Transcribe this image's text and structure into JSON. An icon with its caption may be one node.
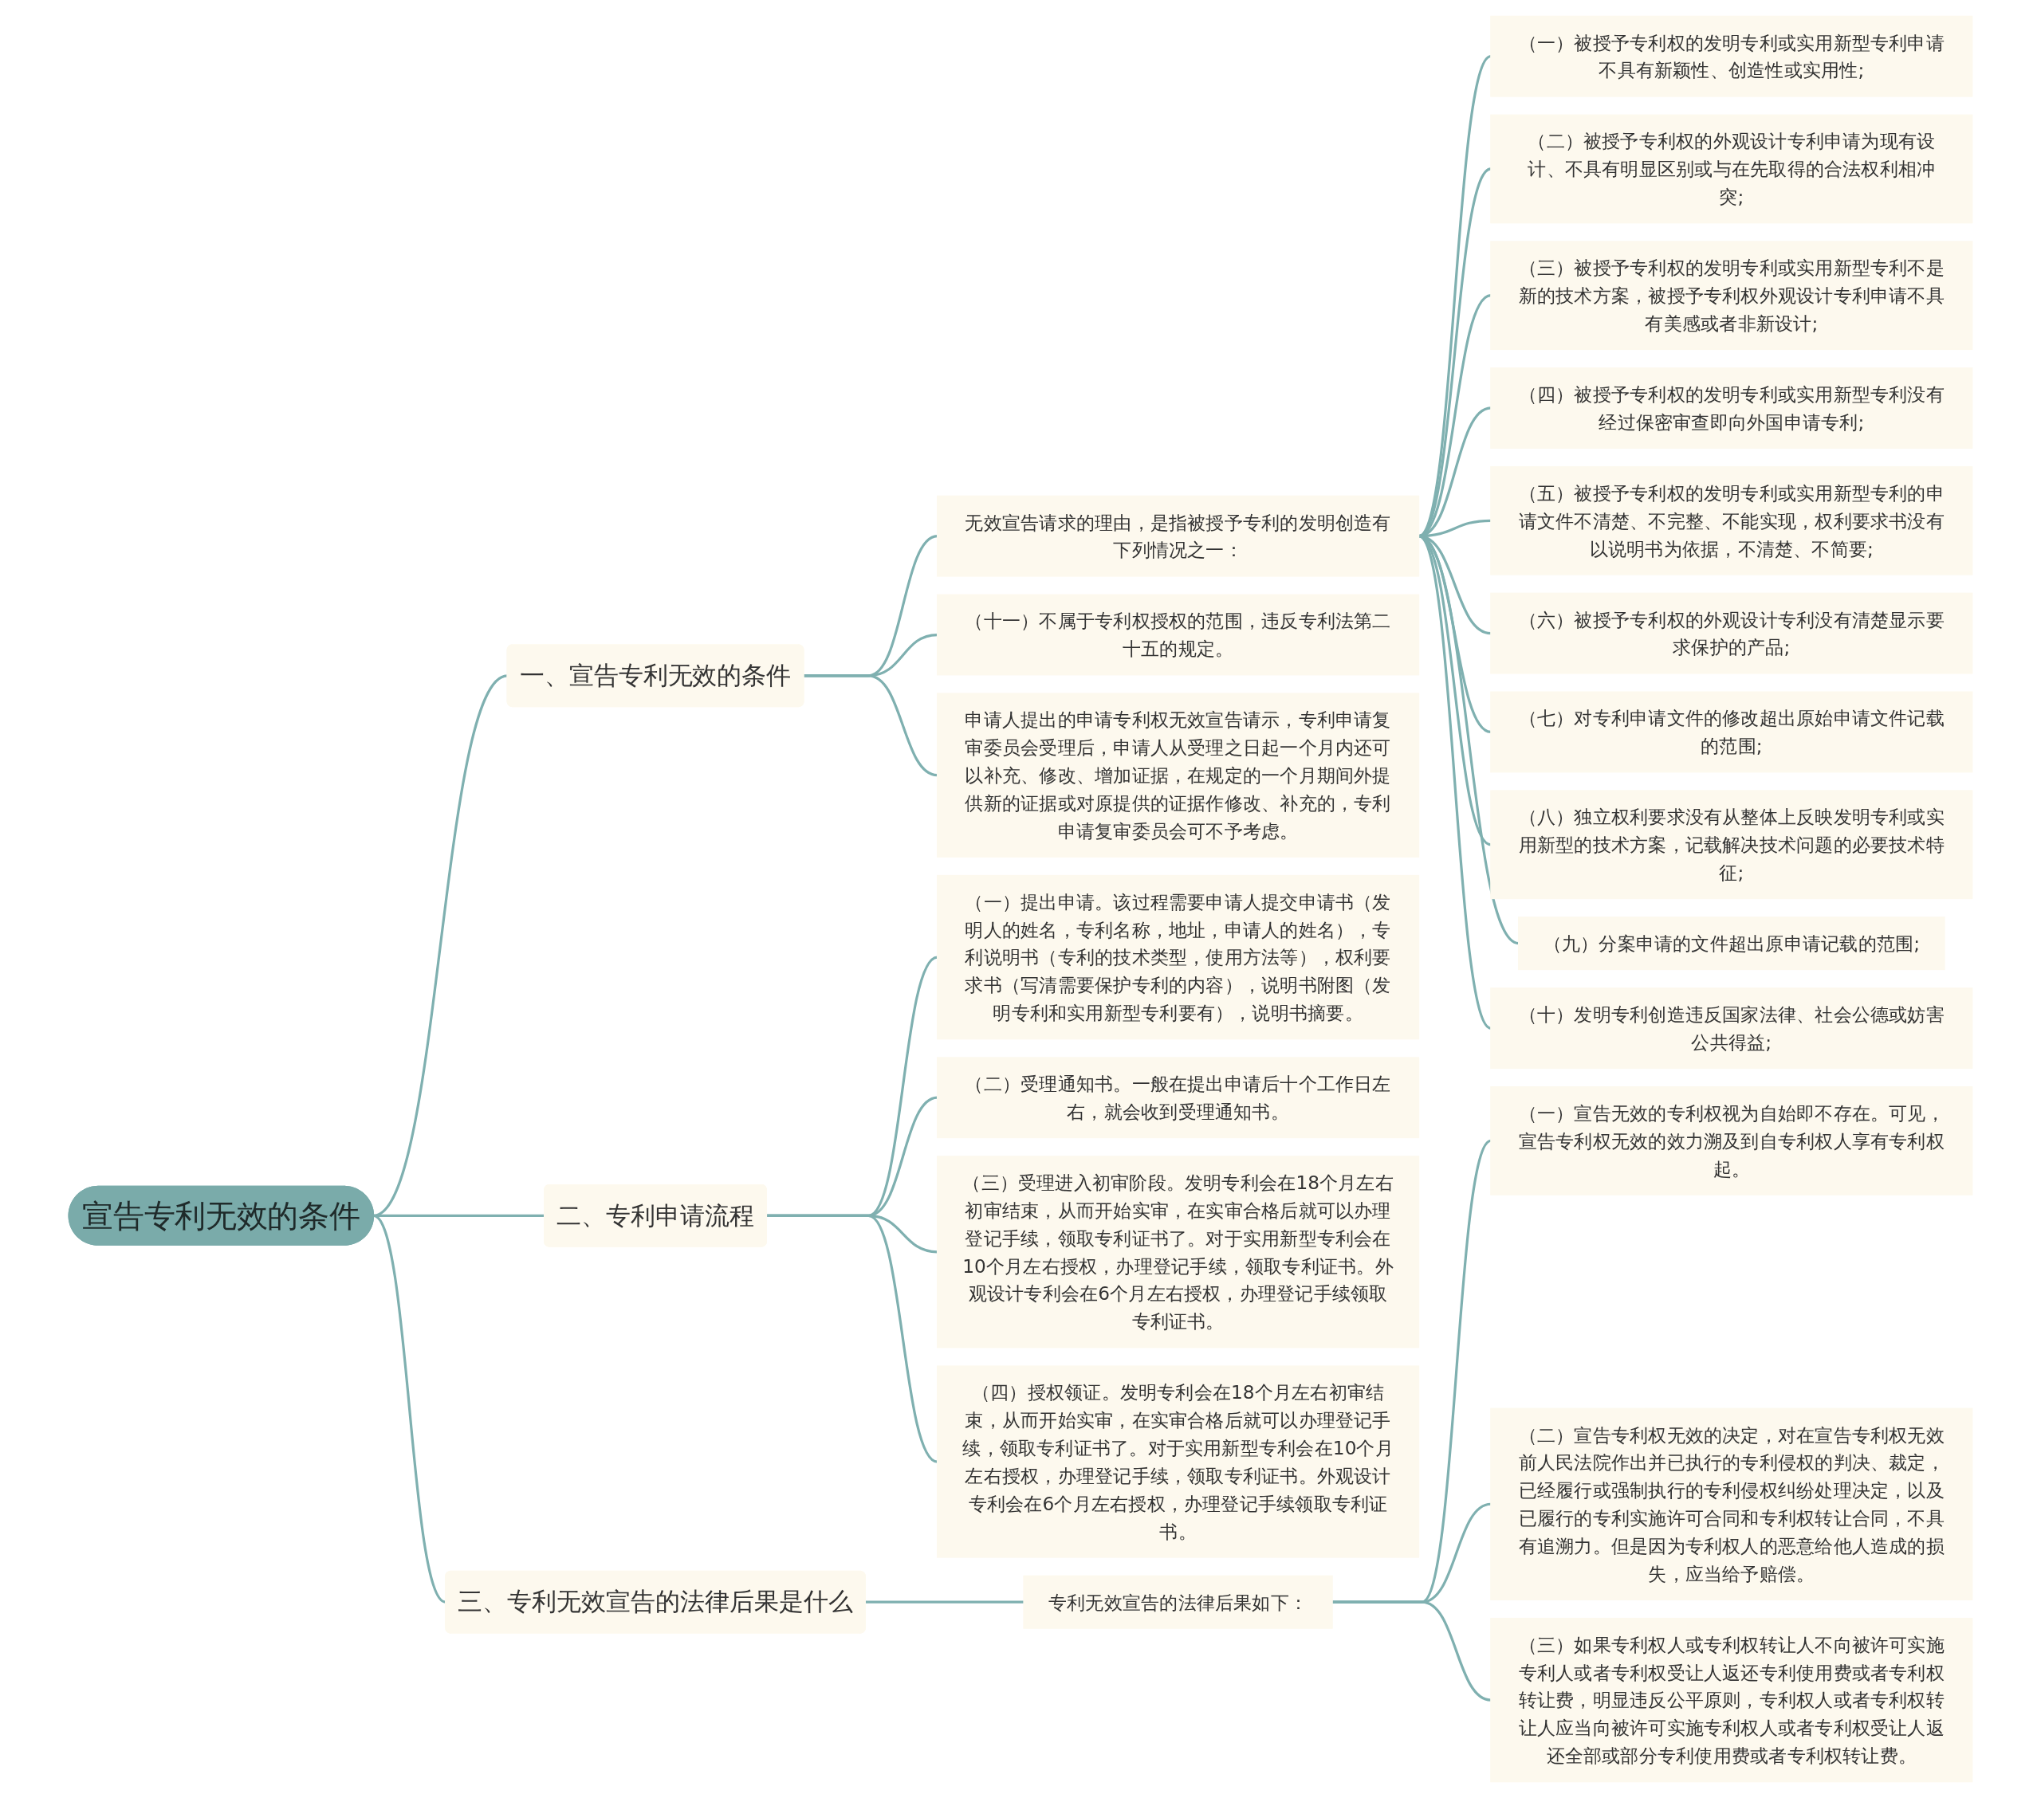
{
  "diagram": {
    "nodes": [
      {
        "text": [
          "宣告专利无效的条件"
        ]
      },
      {
        "text": [
          "一、宣告专利无效的条件"
        ]
      },
      {
        "text": [
          "无效宣告请求的理由，是指被授予专利的发明创造有下列情况之一："
        ]
      },
      {
        "text": [
          "（一）被授予专利权的发明专利或实用新型专利申请不具有新颖性、创造性或实用性;"
        ]
      },
      {
        "text": [
          "（二）被授予专利权的外观设计专利申请为现有设计、不具有明显区别或与在先取得的合法权利相冲突;"
        ]
      },
      {
        "text": [
          "（三）被授予专利权的发明专利或实用新型专利不是新的技术方案，被授予专利权外观设计专利申请不具有美感或者非新设计;"
        ]
      },
      {
        "text": [
          "（四）被授予专利权的发明专利或实用新型专利没有经过保密审查即向外国申请专利;"
        ]
      },
      {
        "text": [
          "（五）被授予专利权的发明专利或实用新型专利的申请文件不清楚、不完整、不能实现，权利要求书没有以说明书为依据，不清楚、不简要;"
        ]
      },
      {
        "text": [
          "（六）被授予专利权的外观设计专利没有清楚显示要求保护的产品;"
        ]
      },
      {
        "text": [
          "（七）对专利申请文件的修改超出原始申请文件记载的范围;"
        ]
      },
      {
        "text": [
          "（八）独立权利要求没有从整体上反映发明专利或实用新型的技术方案，记载解决技术问题的必要技术特征;"
        ]
      },
      {
        "text": [
          "（九）分案申请的文件超出原申请记载的范围;"
        ]
      },
      {
        "text": [
          "（十）发明专利创造违反国家法律、社会公德或妨害公共得益;"
        ]
      },
      {
        "text": [
          "（十一）不属于专利权授权的范围，违反专利法第二十五的规定。"
        ]
      },
      {
        "text": [
          "申请人提出的申请专利权无效宣告请示，专利申请复审委员会受理后，申请人从受理之日起一个月内还可以补充、修改、增加证据，在规定的一个月期间外提供新的证据或对原提供的证据作修改、补充的，专利申请复审委员会可不予考虑。"
        ]
      },
      {
        "text": [
          "二、专利申请流程"
        ]
      },
      {
        "text": [
          "（一）提出申请。该过程需要申请人提交申请书（发明人的姓名，专利名称，地址，申请人的姓名），专利说明书（专利的技术类型，使用方法等），权利要求书（写清需要保护专利的内容），说明书附图（发明专利和实用新型专利要有），说明书摘要。"
        ]
      },
      {
        "text": [
          "（二）受理通知书。一般在提出申请后十个工作日左右，就会收到受理通知书。"
        ]
      },
      {
        "text": [
          "（三）受理进入初审阶段。发明专利会在18个月左右初审结束，从而开始实审，在实审合格后就可以办理登记手续，领取专利证书了。对于实用新型专利会在10个月左右授权，办理登记手续，领取专利证书。外观设计专利会在6个月左右授权，办理登记手续领取专利证书。"
        ]
      },
      {
        "text": [
          "（四）授权领证。发明专利会在18个月左右初审结束，从而开始实审，在实审合格后就可以办理登记手续，领取专利证书了。对于实用新型专利会在10个月左右授权，办理登记手续，领取专利证书。外观设计专利会在6个月左右授权，办理登记手续领取专利证书。"
        ]
      },
      {
        "text": [
          "三、专利无效宣告的法律后果是什么"
        ]
      },
      {
        "text": [
          "专利无效宣告的法律后果如下："
        ]
      },
      {
        "text": [
          "（一）宣告无效的专利权视为自始即不存在。可见，宣告专利权无效的效力溯及到自专利权人享有专利权起。"
        ]
      },
      {
        "text": [
          "（二）宣告专利权无效的决定，对在宣告专利权无效前人民法院作出并已执行的专利侵权的判决、裁定，已经履行或强制执行的专利侵权纠纷处理决定，以及已履行的专利实施许可合同和专利权转让合同，不具有追溯力。但是因为专利权人的恶意给他人造成的损失，应当给予赔偿。"
        ]
      },
      {
        "text": [
          "（三）如果专利权人或专利权转让人不向被许可实施专利人或者专利权受让人返还专利使用费或者专利权转让费，明显违反公平原则，专利权人或者专利权转让人应当向被许可实施专利权人或者专利权受让人返还全部或部分专利使用费或者专利权转让费。"
        ]
      }
    ],
    "edges": [
      {
        "from": 0,
        "to": 1,
        "arrow": "none"
      },
      {
        "from": 1,
        "to": 2,
        "arrow": "none"
      },
      {
        "from": 2,
        "to": 3,
        "arrow": "none"
      },
      {
        "from": 2,
        "to": 4,
        "arrow": "none"
      },
      {
        "from": 2,
        "to": 5,
        "arrow": "none"
      },
      {
        "from": 2,
        "to": 6,
        "arrow": "none"
      },
      {
        "from": 2,
        "to": 7,
        "arrow": "none"
      },
      {
        "from": 2,
        "to": 8,
        "arrow": "none"
      },
      {
        "from": 2,
        "to": 9,
        "arrow": "none"
      },
      {
        "from": 2,
        "to": 10,
        "arrow": "none"
      },
      {
        "from": 2,
        "to": 11,
        "arrow": "none"
      },
      {
        "from": 2,
        "to": 12,
        "arrow": "none"
      },
      {
        "from": 1,
        "to": 13,
        "arrow": "none"
      },
      {
        "from": 1,
        "to": 14,
        "arrow": "none"
      },
      {
        "from": 0,
        "to": 15,
        "arrow": "none"
      },
      {
        "from": 15,
        "to": 16,
        "arrow": "none"
      },
      {
        "from": 15,
        "to": 17,
        "arrow": "none"
      },
      {
        "from": 15,
        "to": 18,
        "arrow": "none"
      },
      {
        "from": 15,
        "to": 19,
        "arrow": "none"
      },
      {
        "from": 0,
        "to": 20,
        "arrow": "none"
      },
      {
        "from": 20,
        "to": 21,
        "arrow": "none"
      },
      {
        "from": 21,
        "to": 22,
        "arrow": "none"
      },
      {
        "from": 21,
        "to": 23,
        "arrow": "none"
      },
      {
        "from": 21,
        "to": 24,
        "arrow": "none"
      }
    ]
  }
}
